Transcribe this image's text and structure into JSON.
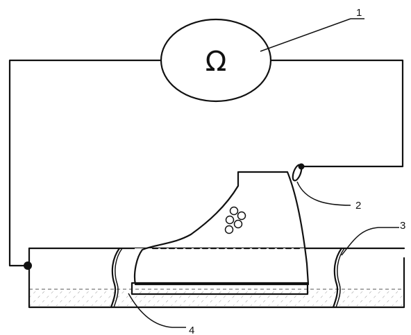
{
  "meter": {
    "symbol": "Ω"
  },
  "callouts": [
    {
      "id": "ohmmeter",
      "text": "1"
    },
    {
      "id": "electrode-contact",
      "text": "2"
    },
    {
      "id": "tray",
      "text": "3"
    },
    {
      "id": "base-plate",
      "text": "4"
    }
  ]
}
